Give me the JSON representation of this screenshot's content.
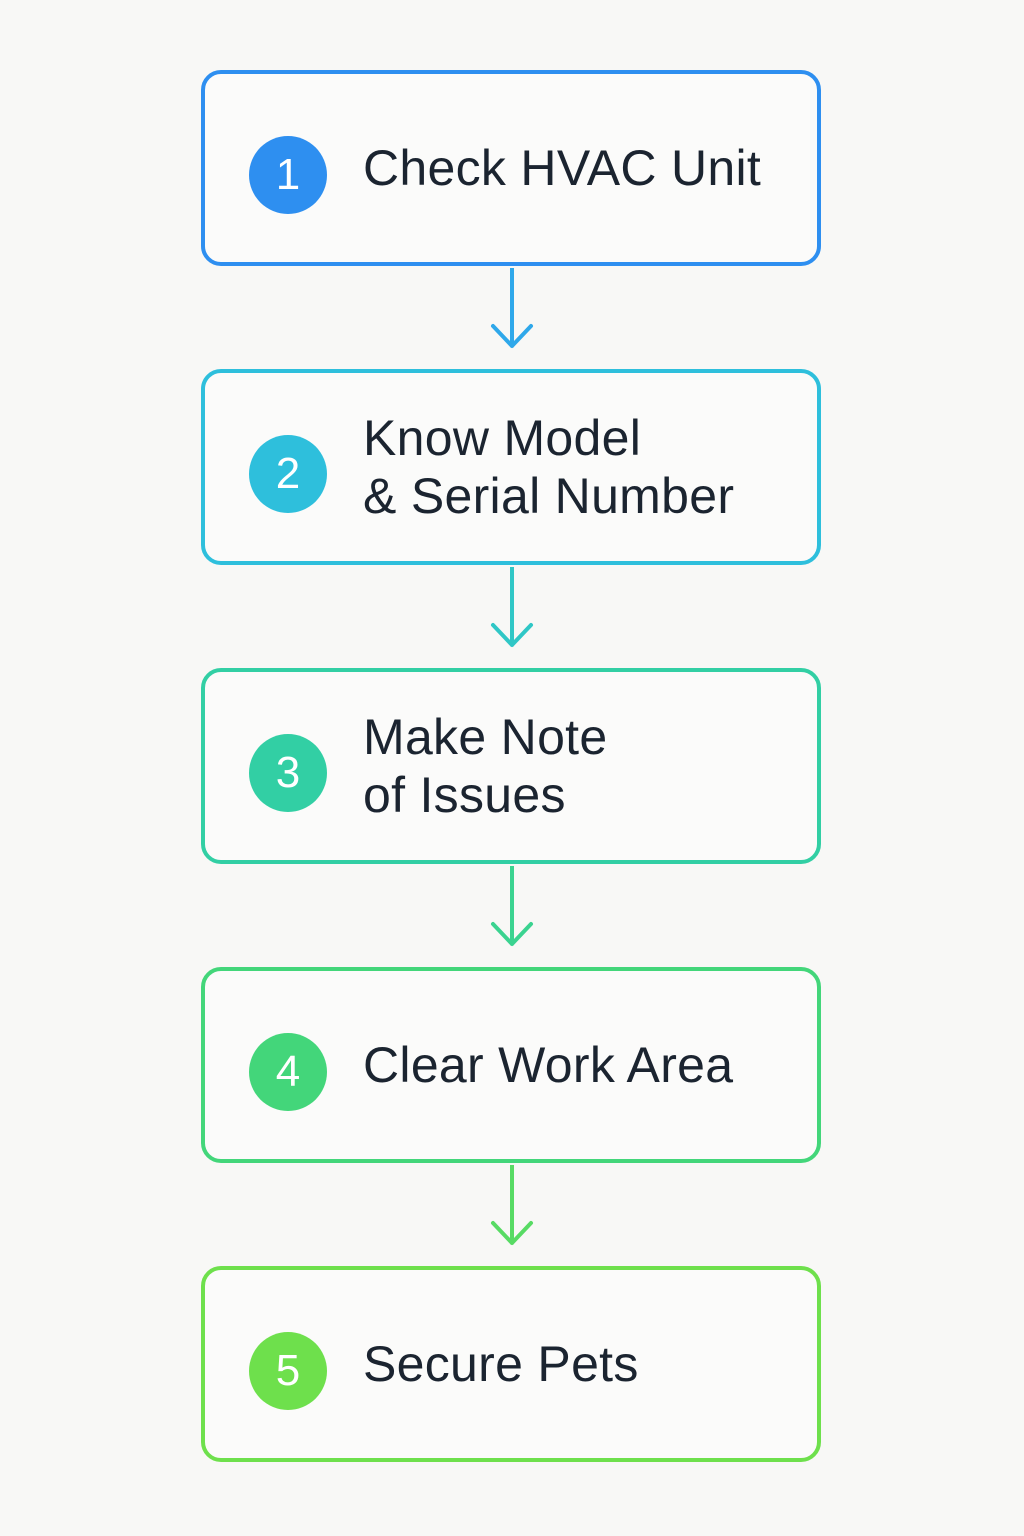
{
  "steps": [
    {
      "number": "1",
      "lines": [
        "Check HVAC Unit"
      ],
      "color": "#2e8ff0"
    },
    {
      "number": "2",
      "lines": [
        "Know Model",
        "& Serial Number"
      ],
      "color": "#2ebfdc"
    },
    {
      "number": "3",
      "lines": [
        "Make Note",
        "of Issues"
      ],
      "color": "#32cfa4"
    },
    {
      "number": "4",
      "lines": [
        "Clear Work Area"
      ],
      "color": "#43d67a"
    },
    {
      "number": "5",
      "lines": [
        "Secure Pets"
      ],
      "color": "#6ee04c"
    }
  ],
  "connector_colors": [
    "#2fa8ea",
    "#30c7c6",
    "#3bd390",
    "#58db64"
  ],
  "background": "#f8f8f6",
  "text_color": "#1b2430"
}
